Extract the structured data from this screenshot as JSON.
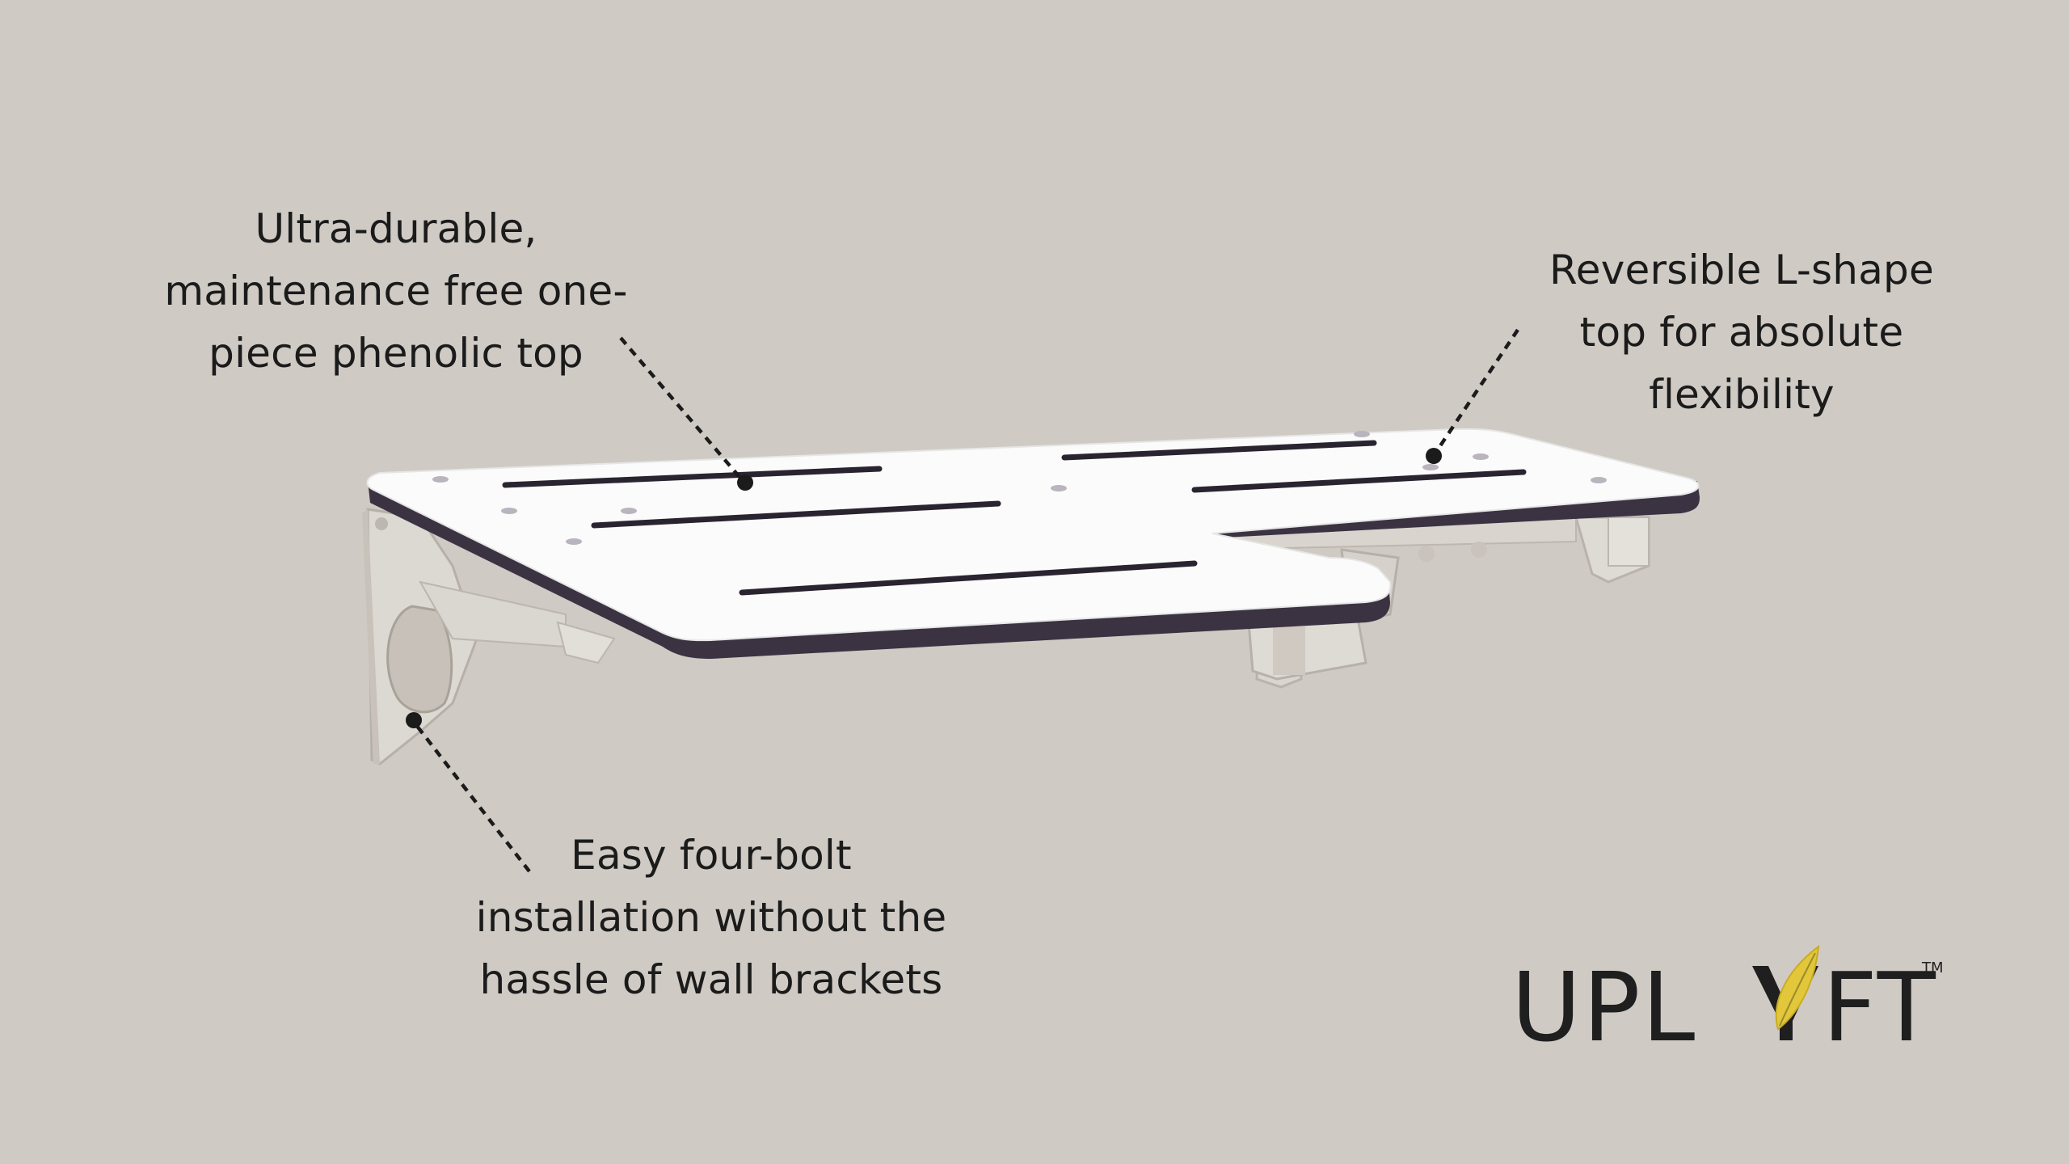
{
  "colors": {
    "background": "#cfcac4",
    "text": "#1b1b1b",
    "panel_white": "#fbfbfb",
    "panel_edge": "#3b3342",
    "bracket": "#dcd8d2",
    "logo_leaf": "#e2c73a"
  },
  "callouts": {
    "top_left": {
      "lines": [
        "Ultra-durable,",
        "maintenance free one-",
        "piece phenolic top"
      ]
    },
    "top_right": {
      "lines": [
        "Reversible L-shape",
        "top for absolute",
        "flexibility"
      ]
    },
    "bottom": {
      "lines": [
        "Easy four-bolt",
        "installation without the",
        "hassle of wall brackets"
      ]
    }
  },
  "logo": {
    "text": "UPLYFT",
    "left_part": "UPL",
    "right_part": "FT",
    "trademark": "TM"
  }
}
